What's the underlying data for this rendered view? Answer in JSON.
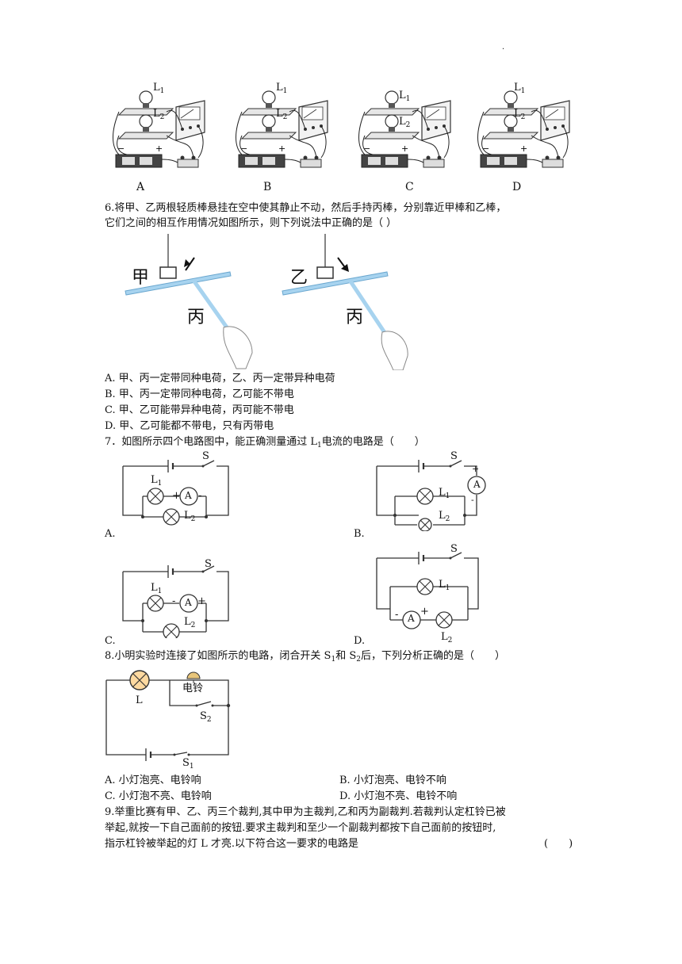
{
  "page": {
    "corner_mark": "."
  },
  "q5": {
    "option_labels": [
      "A",
      "B",
      "C",
      "D"
    ],
    "lamp1": "L",
    "lamp1_sub": "1",
    "lamp2": "L",
    "lamp2_sub": "2"
  },
  "q6": {
    "stem_line1": "6.将甲、乙两根轻质棒悬挂在空中使其静止不动，然后手持丙棒，分别靠近甲棒和乙棒，",
    "stem_line2": "它们之间的相互作用情况如图所示，则下列说法中正确的是（ ）",
    "figure_left_rod": "甲",
    "figure_right_rod": "乙",
    "figure_hand_rod": "丙",
    "options": [
      "A. 甲、丙一定带同种电荷，乙、丙一定带异种电荷",
      "B. 甲、丙一定带同种电荷，乙可能不带电",
      "C. 甲、乙可能带异种电荷，丙可能不带电",
      "D. 甲、乙可能都不带电，只有丙带电"
    ]
  },
  "q7": {
    "stem_prefix": "7．如图所示四个电路图中，能正确测量通过 L",
    "stem_sub": "1",
    "stem_suffix": "电流的电路是（　　）",
    "switch_label": "S",
    "ammeter_label": "A",
    "lamp_L": "L",
    "sub1": "1",
    "sub2": "2",
    "plus": "+",
    "minus": "-",
    "option_labels": [
      "A.",
      "B.",
      "C.",
      "D."
    ]
  },
  "q8": {
    "stem_prefix": "8.小明实验时连接了如图所示的电路，闭合开关 S",
    "stem_sub1": "1",
    "stem_mid": "和 S",
    "stem_sub2": "2",
    "stem_suffix": "后，下列分析正确的是（　　）",
    "bell_label": "电铃",
    "lamp_label": "L",
    "switch_S": "S",
    "sub1": "1",
    "sub2": "2",
    "options": [
      "A. 小灯泡亮、电铃响",
      "B. 小灯泡亮、电铃不响",
      "C. 小灯泡不亮、电铃响",
      "D. 小灯泡不亮、电铃不响"
    ]
  },
  "q9": {
    "line1": "9.举重比赛有甲、乙、丙三个裁判,其中甲为主裁判,乙和丙为副裁判.若裁判认定杠铃已被",
    "line2": "举起,就按一下自己面前的按钮.要求主裁判和至少一个副裁判都按下自己面前的按钮时,",
    "line3": "指示杠铃被举起的灯 L 才亮.以下符合这一要求的电路是",
    "paren": "(　　)"
  }
}
